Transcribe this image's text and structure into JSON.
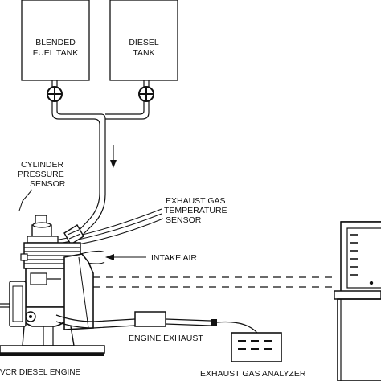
{
  "tanks": {
    "blended": {
      "line1": "BLENDED",
      "line2": "FUEL TANK"
    },
    "diesel": {
      "line1": "DIESEL",
      "line2": "TANK"
    }
  },
  "labels": {
    "cylinder_pressure": [
      "CYLINDER",
      "PRESSURE",
      "SENSOR"
    ],
    "exhaust_gas_temp": [
      "EXHAUST GAS",
      "TEMPERATURE",
      "SENSOR"
    ],
    "intake_air": "INTAKE AIR",
    "engine_exhaust": "ENGINE EXHAUST",
    "engine": "VCR DIESEL ENGINE",
    "analyzer": "EXHAUST GAS ANALYZER"
  },
  "colors": {
    "ink": "#111111",
    "background": "#ffffff"
  }
}
